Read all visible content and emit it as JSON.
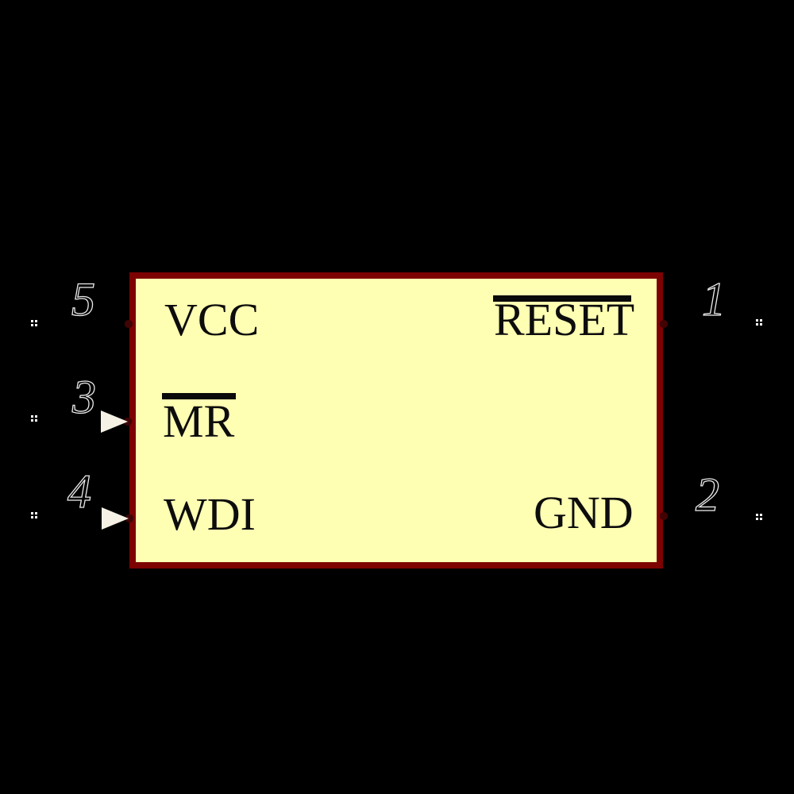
{
  "schematic": {
    "type": "ic-symbol",
    "background_color": "#000000",
    "body_fill_color": "#ffffb3",
    "body_border_color": "#7d0202",
    "label_color": "#0d0d0d",
    "pin_number_color": "#e8e8e8",
    "input_arrow_color": "#f5f1e4",
    "pin_dot_color": "#400404",
    "grid_mark_color": "#ffffff"
  },
  "pins": {
    "left": [
      {
        "number": "5",
        "label": "VCC",
        "active_low": false,
        "input_arrow": false
      },
      {
        "number": "3",
        "label": "MR",
        "active_low": true,
        "input_arrow": true
      },
      {
        "number": "4",
        "label": "WDI",
        "active_low": false,
        "input_arrow": true
      }
    ],
    "right": [
      {
        "number": "1",
        "label": "RESET",
        "active_low": true,
        "input_arrow": false
      },
      {
        "number": "2",
        "label": "GND",
        "active_low": false,
        "input_arrow": false
      }
    ]
  }
}
